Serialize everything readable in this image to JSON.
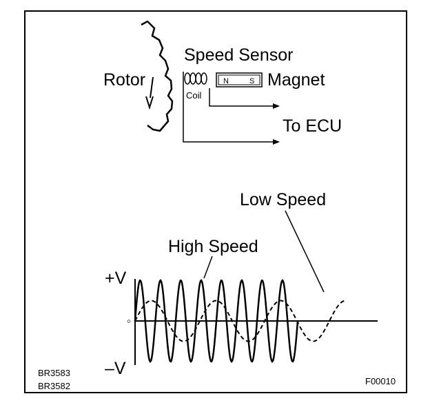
{
  "labels": {
    "speed_sensor": "Speed Sensor",
    "rotor": "Rotor",
    "magnet": "Magnet",
    "coil": "Coil",
    "north": "N",
    "south": "S",
    "to_ecu": "To ECU",
    "low_speed": "Low Speed",
    "high_speed": "High Speed",
    "plus_v": "+V",
    "minus_v": "–V",
    "zero": "0",
    "ref_1": "BR3583",
    "ref_2": "BR3582",
    "fig_id": "F00010"
  },
  "waveforms": {
    "high_speed": {
      "style": "solid",
      "cycles": 8,
      "relative_amplitude": 1.0
    },
    "low_speed": {
      "style": "dashed",
      "cycles": 3.25,
      "relative_amplitude": 0.5
    }
  }
}
